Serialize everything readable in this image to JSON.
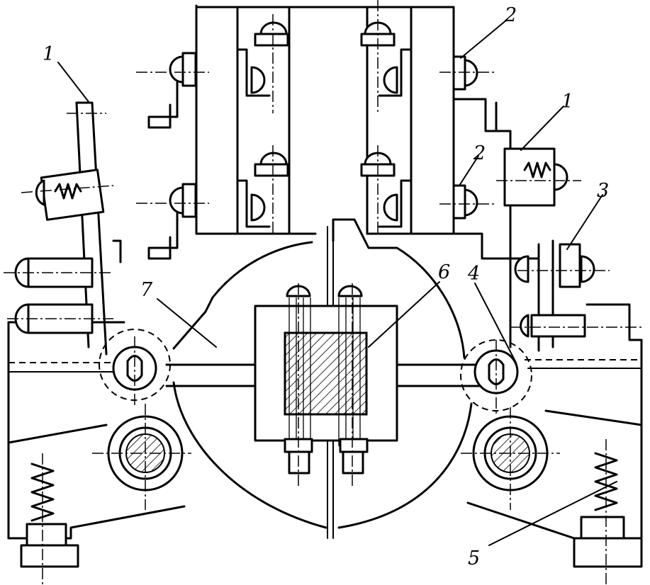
{
  "labels": {
    "l1_left": "1",
    "l1_right": "1",
    "l2_top": "2",
    "l2_mid": "2",
    "l3": "3",
    "l4": "4",
    "l5": "5",
    "l6": "6",
    "l7": "7"
  }
}
